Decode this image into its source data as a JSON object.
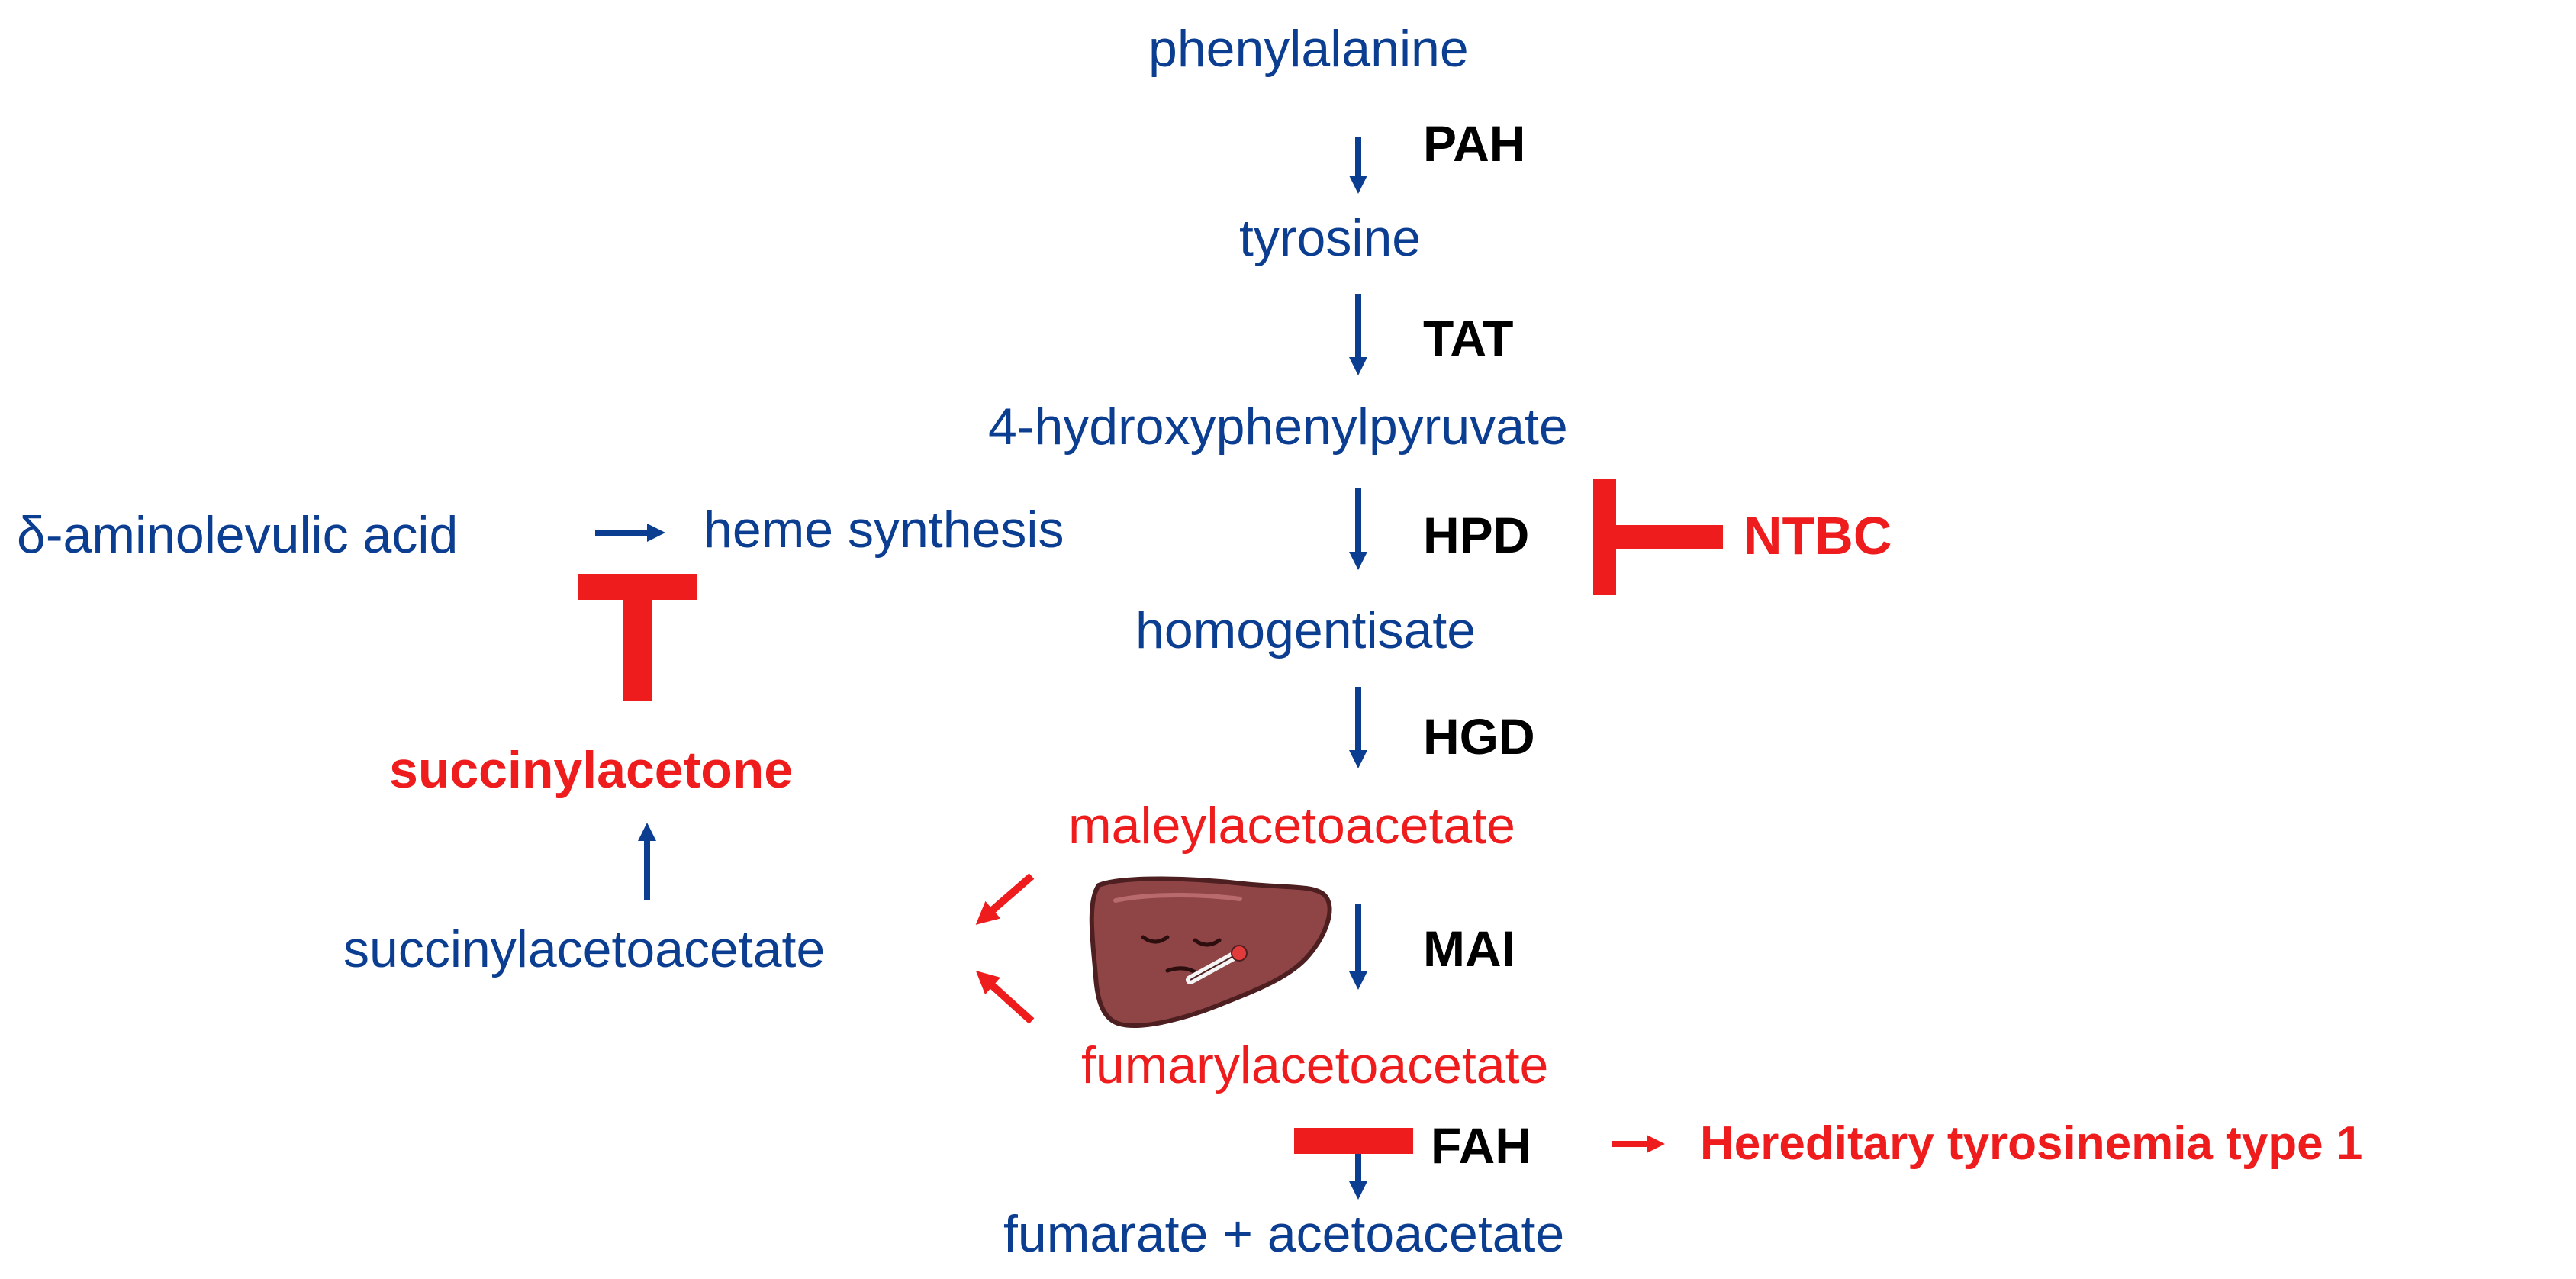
{
  "pathway": {
    "metabolites": [
      "phenylalanine",
      "tyrosine",
      "4-hydroxyphenylpyruvate",
      "homogentisate",
      "maleylacetoacetate",
      "fumarylacetoacetate",
      "fumarate + acetoacetate"
    ],
    "enzymes": [
      "PAH",
      "TAT",
      "HPD",
      "HGD",
      "MAI",
      "FAH"
    ]
  },
  "side_branch": {
    "precursor": "δ-aminolevulic acid",
    "product": "heme synthesis",
    "intermediate": "succinylacetoacetate",
    "toxic_metabolite": "succinylacetone"
  },
  "inhibitor": "NTBC",
  "disease": "Hereditary tyrosinemia type 1",
  "icons": {
    "liver": "sick-liver-icon",
    "arrow": "arrow-icon",
    "inhibition": "inhibition-bar-icon"
  },
  "colors": {
    "metabolite": "#0b3d91",
    "enzyme": "#000000",
    "accumulated": "#ee1c1c"
  }
}
